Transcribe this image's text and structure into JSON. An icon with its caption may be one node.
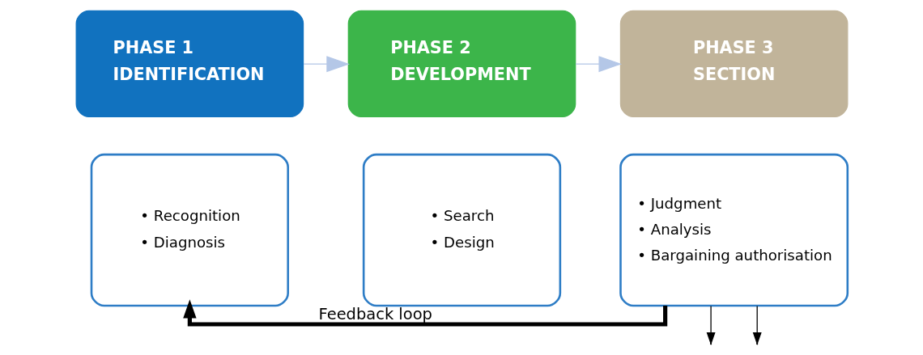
{
  "diagram": {
    "nodes": [
      {
        "text": [
          "PHASE 1",
          "IDENTIFICATION"
        ]
      },
      {
        "text": [
          "• Recognition",
          "• Diagnosis"
        ]
      },
      {
        "text": [
          "PHASE 2",
          "DEVELOPMENT"
        ]
      },
      {
        "text": [
          "• Search",
          "• Design"
        ]
      },
      {
        "text": [
          "PHASE 3",
          "SECTION"
        ]
      },
      {
        "text": [
          "• Judgment",
          "• Analysis",
          "• Bargaining authorisation"
        ]
      }
    ],
    "edges": [
      {
        "from": 0,
        "to": 2,
        "arrow": "to",
        "color": "#b4c7e7"
      },
      {
        "from": 2,
        "to": 4,
        "arrow": "to",
        "color": "#b4c7e7"
      },
      {
        "from": 5,
        "to": 1,
        "arrow": "to",
        "style": "thick",
        "label": "Feedback loop"
      },
      {
        "from": 5,
        "to": null,
        "arrow": "to"
      },
      {
        "from": 5,
        "to": null,
        "arrow": "to"
      }
    ]
  }
}
